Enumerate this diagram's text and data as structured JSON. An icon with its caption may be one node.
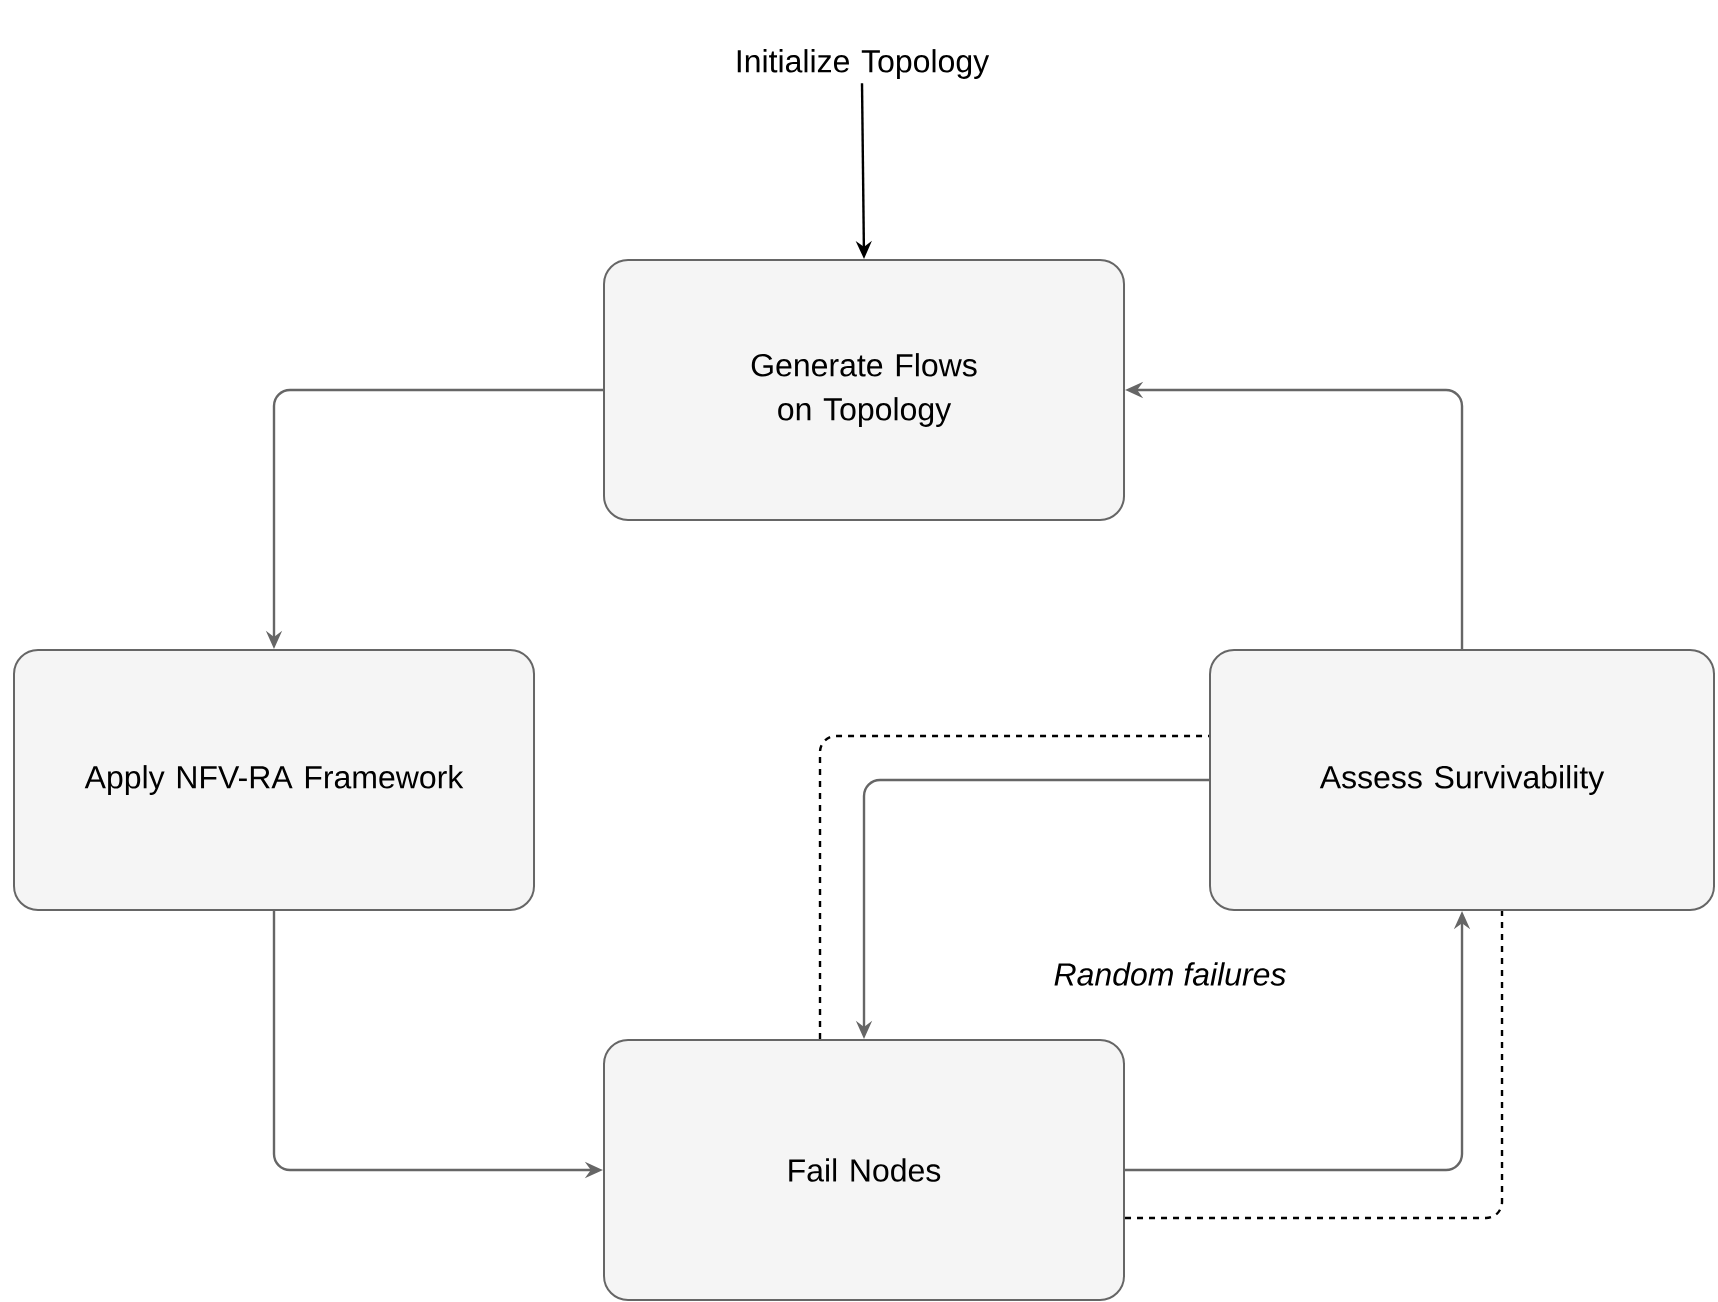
{
  "diagram": {
    "nodes": [
      {
        "text": [
          "Initialize Topology"
        ]
      },
      {
        "text": [
          "Generate Flows on Topology"
        ]
      },
      {
        "text": [
          "Apply NFV-RA Framework"
        ]
      },
      {
        "text": [
          "Assess Survivability"
        ]
      },
      {
        "text": [
          "Fail Nodes"
        ]
      }
    ],
    "edges": [
      {
        "from": 0,
        "to": 1,
        "arrow": "to",
        "color": "#000000"
      },
      {
        "from": 1,
        "to": 2,
        "arrow": "to"
      },
      {
        "from": 2,
        "to": 4,
        "arrow": "to"
      },
      {
        "from": 4,
        "to": 3,
        "arrow": "to"
      },
      {
        "from": 3,
        "to": 4,
        "arrow": "to"
      },
      {
        "from": 3,
        "to": 1,
        "arrow": "to"
      },
      {
        "from": 4,
        "to": 3,
        "arrow": "none",
        "style": "dashed",
        "color": "#000000"
      },
      {
        "from": 4,
        "to": 3,
        "arrow": "none",
        "style": "dashed",
        "color": "#000000"
      }
    ],
    "labels": [
      "Random failures"
    ]
  }
}
